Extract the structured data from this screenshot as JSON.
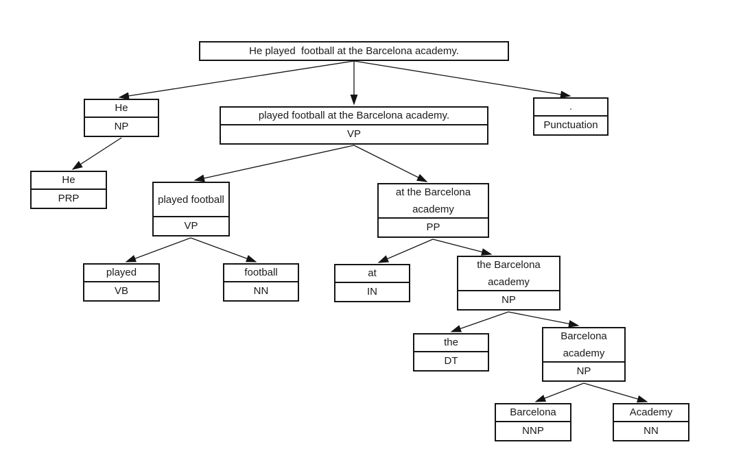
{
  "colors": {
    "border": "#141414",
    "background": "#ffffff",
    "punctuation_dot": "#26267e"
  },
  "tree": {
    "root": {
      "text": "He played  football at the Barcelona academy."
    },
    "nodes": {
      "np_subject": {
        "word": "He",
        "tag": "NP"
      },
      "vp_main": {
        "word": "played football at the Barcelona academy.",
        "tag": "VP"
      },
      "punctuation": {
        "word": ".",
        "tag": "Punctuation"
      },
      "prp_he": {
        "word": "He",
        "tag": "PRP"
      },
      "vp_played_football": {
        "word": "played football",
        "tag": "VP"
      },
      "pp_at": {
        "word": "at the Barcelona academy",
        "tag": "PP"
      },
      "vb_played": {
        "word": "played",
        "tag": "VB"
      },
      "nn_football": {
        "word": "football",
        "tag": "NN"
      },
      "in_at": {
        "word": "at",
        "tag": "IN"
      },
      "np_the_barcelona_academy": {
        "word": "the Barcelona academy",
        "tag": "NP"
      },
      "dt_the": {
        "word": "the",
        "tag": "DT"
      },
      "np_barcelona_academy": {
        "word": "Barcelona academy",
        "tag": "NP"
      },
      "nnp_barcelona": {
        "word": "Barcelona",
        "tag": "NNP"
      },
      "nn_academy": {
        "word": "Academy",
        "tag": "NN"
      }
    }
  }
}
